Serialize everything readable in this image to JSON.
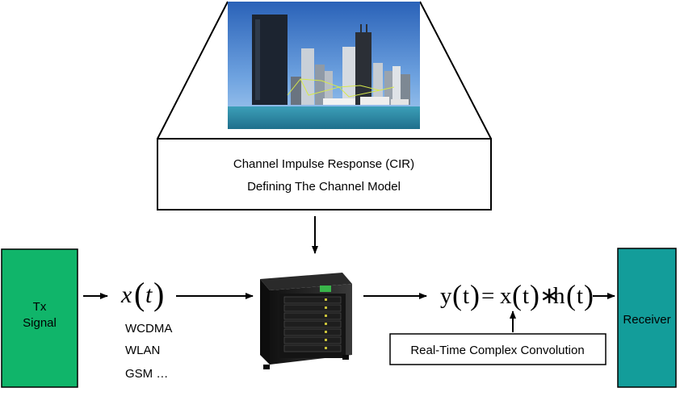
{
  "cir_box": {
    "line1": "Channel Impulse Response (CIR)",
    "line2": "Defining The Channel Model"
  },
  "tx_box": {
    "line1": "Tx",
    "line2": "Signal"
  },
  "receiver_box": {
    "label": "Receiver"
  },
  "input_signal": {
    "symbol": "x",
    "argument": "t"
  },
  "standards": [
    "WCDMA",
    "WLAN",
    "GSM …"
  ],
  "output_equation": {
    "lhs_func": "y",
    "arg": "t",
    "equals": "=",
    "x_func": "x",
    "convolve": "∗",
    "h_func": "h"
  },
  "convolution_box": {
    "label": "Real-Time Complex Convolution"
  },
  "colors": {
    "tx_fill": "#10b56a",
    "receiver_fill": "#139d9a",
    "box_border": "#000000"
  }
}
